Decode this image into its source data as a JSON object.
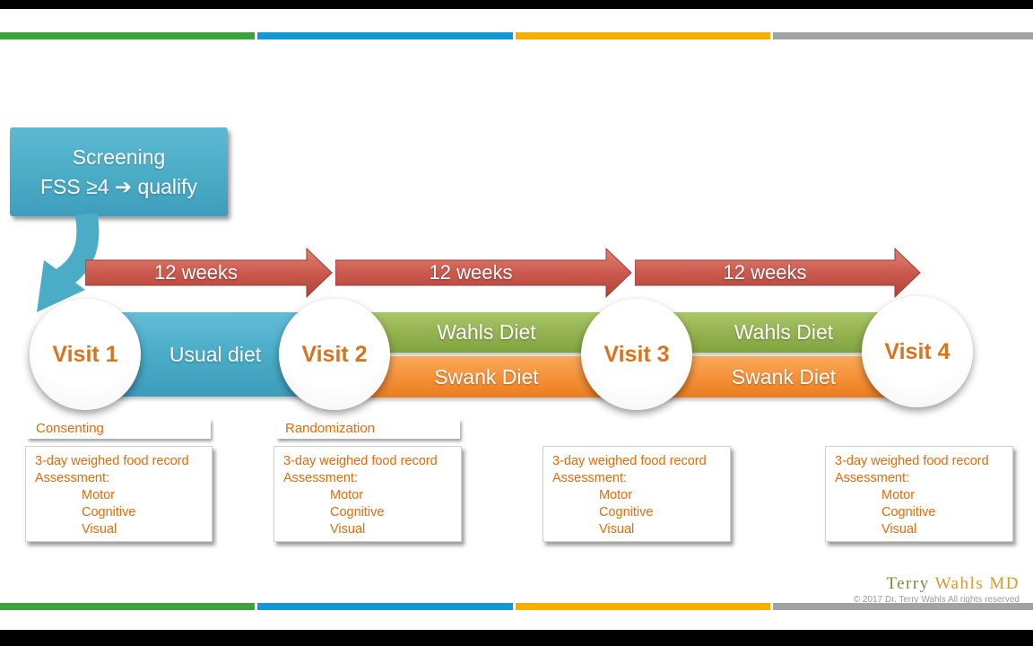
{
  "screening_box": {
    "line1": "Screening",
    "line2": "FSS ≥4 ➔ qualify"
  },
  "timeline": {
    "arrows": [
      {
        "label": "12 weeks"
      },
      {
        "label": "12 weeks"
      },
      {
        "label": "12 weeks"
      }
    ],
    "visits": [
      {
        "label": "Visit 1"
      },
      {
        "label": "Visit 2"
      },
      {
        "label": "Visit 3"
      },
      {
        "label": "Visit 4"
      }
    ],
    "phase1": {
      "label": "Usual diet"
    },
    "phase2": {
      "top": "Wahls Diet",
      "bottom": "Swank Diet"
    },
    "phase3": {
      "top": "Wahls Diet",
      "bottom": "Swank Diet"
    }
  },
  "milestones": {
    "visit1": "Consenting",
    "visit2": "Randomization"
  },
  "assessment_box": {
    "line1": "3-day weighed food record",
    "line2": "Assessment:",
    "items": [
      "Motor",
      "Cognitive",
      "Visual"
    ]
  },
  "footer": {
    "brand_green": "Terry ",
    "brand_orange": "Wahls MD",
    "copyright": "© 2017 Dr. Terry Wahls All rights reserved"
  },
  "colors": {
    "teal": "#4bacc6",
    "red": "#c0504d",
    "green": "#94b350",
    "orange": "#f5923a",
    "text_orange": "#e36c0a"
  }
}
